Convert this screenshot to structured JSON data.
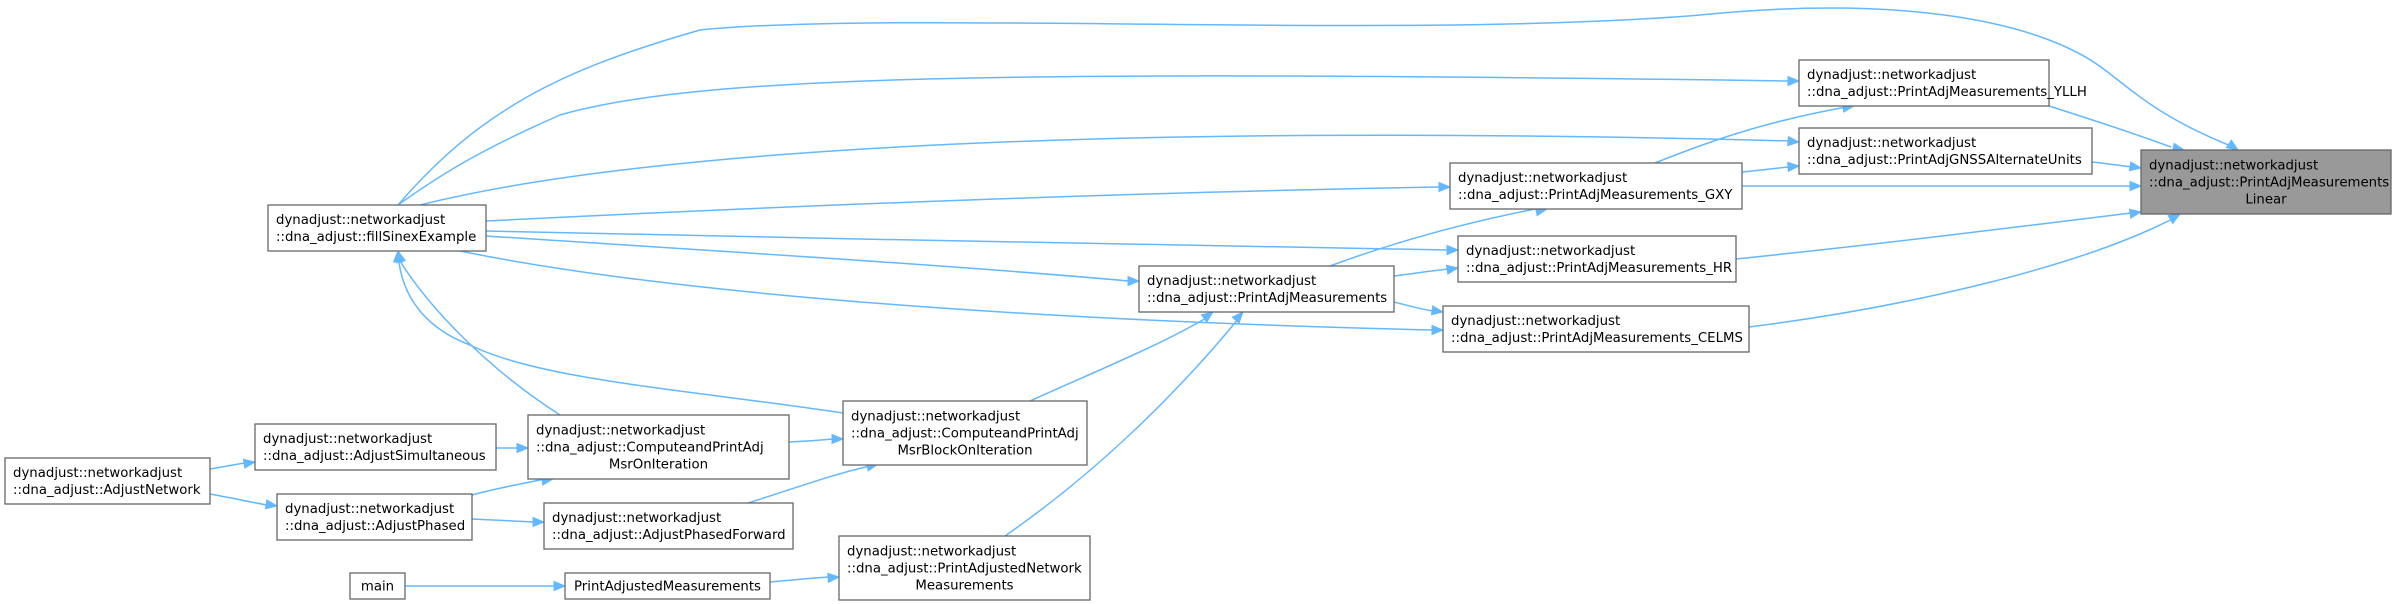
{
  "diagram": {
    "title": "",
    "colors": {
      "edge": "#63b8ff",
      "node_border": "#666666",
      "root_fill": "#999999",
      "node_fill": "#ffffff"
    },
    "nodes": [
      {
        "id": "root",
        "lines": [
          "dynadjust::networkadjust",
          "::dna_adjust::PrintAdjMeasurements",
          "Linear"
        ],
        "root": true
      },
      {
        "id": "yllh",
        "lines": [
          "dynadjust::networkadjust",
          "::dna_adjust::PrintAdjMeasurements_YLLH"
        ]
      },
      {
        "id": "gnss",
        "lines": [
          "dynadjust::networkadjust",
          "::dna_adjust::PrintAdjGNSSAlternateUnits"
        ]
      },
      {
        "id": "gxy",
        "lines": [
          "dynadjust::networkadjust",
          "::dna_adjust::PrintAdjMeasurements_GXY"
        ]
      },
      {
        "id": "hr",
        "lines": [
          "dynadjust::networkadjust",
          "::dna_adjust::PrintAdjMeasurements_HR"
        ]
      },
      {
        "id": "celms",
        "lines": [
          "dynadjust::networkadjust",
          "::dna_adjust::PrintAdjMeasurements_CELMS"
        ]
      },
      {
        "id": "pam",
        "lines": [
          "dynadjust::networkadjust",
          "::dna_adjust::PrintAdjMeasurements"
        ]
      },
      {
        "id": "fill",
        "lines": [
          "dynadjust::networkadjust",
          "::dna_adjust::fillSinexExample"
        ]
      },
      {
        "id": "cpblock",
        "lines": [
          "dynadjust::networkadjust",
          "::dna_adjust::ComputeandPrintAdj",
          "MsrBlockOnIteration"
        ]
      },
      {
        "id": "cpiter",
        "lines": [
          "dynadjust::networkadjust",
          "::dna_adjust::ComputeandPrintAdj",
          "MsrOnIteration"
        ]
      },
      {
        "id": "simul",
        "lines": [
          "dynadjust::networkadjust",
          "::dna_adjust::AdjustSimultaneous"
        ]
      },
      {
        "id": "phased",
        "lines": [
          "dynadjust::networkadjust",
          "::dna_adjust::AdjustPhased"
        ]
      },
      {
        "id": "phfwd",
        "lines": [
          "dynadjust::networkadjust",
          "::dna_adjust::AdjustPhasedForward"
        ]
      },
      {
        "id": "network",
        "lines": [
          "dynadjust::networkadjust",
          "::dna_adjust::AdjustNetwork"
        ]
      },
      {
        "id": "panm",
        "lines": [
          "dynadjust::networkadjust",
          "::dna_adjust::PrintAdjustedNetwork",
          "Measurements"
        ]
      },
      {
        "id": "pam2",
        "lines": [
          "PrintAdjustedMeasurements"
        ]
      },
      {
        "id": "main",
        "lines": [
          "main"
        ]
      }
    ],
    "edges": [
      {
        "from": "yllh",
        "to": "root"
      },
      {
        "from": "gnss",
        "to": "root"
      },
      {
        "from": "gxy",
        "to": "root"
      },
      {
        "from": "hr",
        "to": "root"
      },
      {
        "from": "celms",
        "to": "root"
      },
      {
        "from": "fill",
        "to": "root"
      },
      {
        "from": "gxy",
        "to": "yllh"
      },
      {
        "from": "gxy",
        "to": "gnss"
      },
      {
        "from": "fill",
        "to": "yllh"
      },
      {
        "from": "fill",
        "to": "gnss"
      },
      {
        "from": "fill",
        "to": "gxy"
      },
      {
        "from": "fill",
        "to": "hr"
      },
      {
        "from": "fill",
        "to": "pam"
      },
      {
        "from": "fill",
        "to": "celms"
      },
      {
        "from": "pam",
        "to": "gxy"
      },
      {
        "from": "pam",
        "to": "hr"
      },
      {
        "from": "pam",
        "to": "celms"
      },
      {
        "from": "cpblock",
        "to": "pam"
      },
      {
        "from": "panm",
        "to": "pam"
      },
      {
        "from": "cpblock",
        "to": "fill"
      },
      {
        "from": "cpiter",
        "to": "fill"
      },
      {
        "from": "cpiter",
        "to": "cpblock"
      },
      {
        "from": "phfwd",
        "to": "cpblock"
      },
      {
        "from": "simul",
        "to": "cpiter"
      },
      {
        "from": "phased",
        "to": "cpiter"
      },
      {
        "from": "phased",
        "to": "phfwd"
      },
      {
        "from": "network",
        "to": "simul"
      },
      {
        "from": "network",
        "to": "phased"
      },
      {
        "from": "pam2",
        "to": "panm"
      },
      {
        "from": "main",
        "to": "pam2"
      }
    ]
  }
}
